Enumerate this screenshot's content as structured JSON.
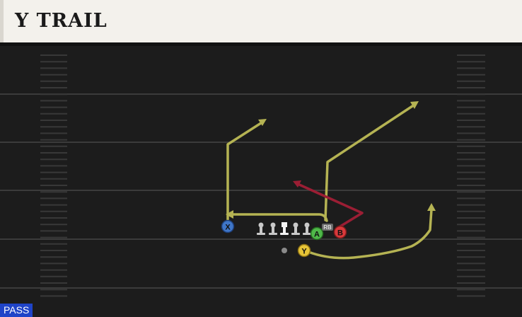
{
  "play": {
    "name": "Y TRAIL",
    "type_badge": "PASS"
  },
  "colors": {
    "route_primary": "#b5b353",
    "route_read": "#9b1e34",
    "player_x": "#3f76c8",
    "player_b": "#d8393b",
    "player_a": "#4fb849",
    "player_y": "#e6c437",
    "lineman": "#c9c9c9",
    "tag_bg": "#6b6b6b"
  },
  "players": [
    {
      "id": "X",
      "label": "X",
      "icon": "x-button-icon"
    },
    {
      "id": "B",
      "label": "B",
      "icon": "b-button-icon"
    },
    {
      "id": "A",
      "label": "A",
      "icon": "a-button-icon"
    },
    {
      "id": "Y",
      "label": "Y",
      "icon": "y-button-icon"
    }
  ],
  "rb_tag": "RB"
}
